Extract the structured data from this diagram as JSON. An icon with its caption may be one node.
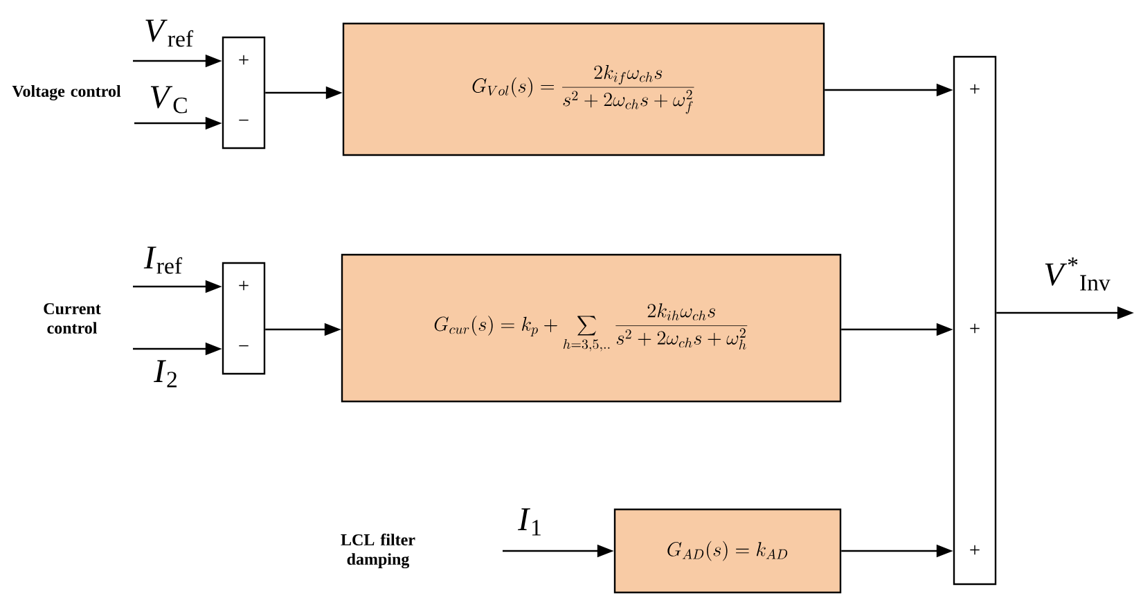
{
  "diagram": {
    "nodes": [
      {
        "text": [
          "+",
          "−"
        ]
      },
      {
        "text": [
          "G_{Vol}(s)=\\frac{2k_{if}\\omega_{ch}s}{s^{2}+2\\omega_{ch}s+\\omega_{f}^{2}}"
        ]
      },
      {
        "text": [
          "+",
          "−"
        ]
      },
      {
        "text": [
          "G_{cur}(s)=k_{p}+\\sum_{h=3,5,..}\\frac{2k_{ih}\\omega_{ch}s}{s^{2}+2\\omega_{ch}s+\\omega_{h}^{2}}"
        ]
      },
      {
        "text": [
          "G_{AD}(s)=k_{AD}"
        ]
      },
      {
        "text": [
          "+",
          "+",
          "+"
        ]
      }
    ],
    "edges": [
      {
        "from": null,
        "to": 0,
        "arrow": "to",
        "label": "*V*$_{ref}$"
      },
      {
        "from": null,
        "to": 0,
        "arrow": "to",
        "label": "*V*$_{C}$"
      },
      {
        "from": 0,
        "to": 1,
        "arrow": "to"
      },
      {
        "from": null,
        "to": 2,
        "arrow": "to",
        "label": "*I*$_{ref}$"
      },
      {
        "from": null,
        "to": 2,
        "arrow": "to",
        "label": "*I*$_{2}$"
      },
      {
        "from": 2,
        "to": 3,
        "arrow": "to"
      },
      {
        "from": null,
        "to": 4,
        "arrow": "to",
        "label": "*I*$_{1}$"
      },
      {
        "from": 1,
        "to": 5,
        "arrow": "to"
      },
      {
        "from": 3,
        "to": 5,
        "arrow": "to"
      },
      {
        "from": 4,
        "to": 5,
        "arrow": "to"
      },
      {
        "from": 5,
        "to": null,
        "arrow": "to",
        "label": "*V*$^{*}$$_{Inv}$"
      }
    ],
    "labels": [
      "Voltage control",
      "Current control",
      "LCL filter damping"
    ]
  }
}
